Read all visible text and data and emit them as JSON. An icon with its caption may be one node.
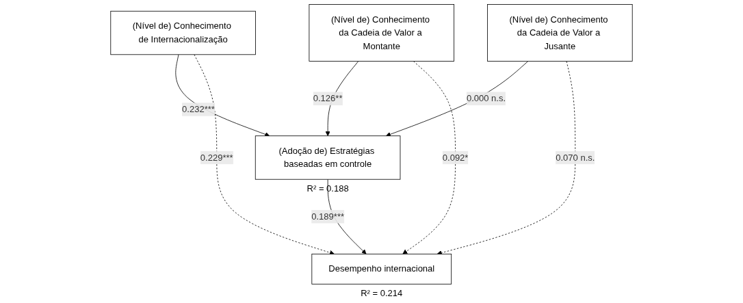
{
  "diagram": {
    "nodes": [
      {
        "text": [
          "(Nível de) Conhecimento de Internacionalização"
        ]
      },
      {
        "text": [
          "(Nível de) Conhecimento da Cadeia de Valor a Montante"
        ]
      },
      {
        "text": [
          "(Nível de) Conhecimento da Cadeia de Valor a Jusante"
        ]
      },
      {
        "text": [
          "(Adoção de) Estratégias baseadas em controle"
        ],
        "beside": [
          "R² = 0.188"
        ]
      },
      {
        "text": [
          "Desempenho internacional"
        ],
        "beside": [
          "R² = 0.214"
        ]
      }
    ],
    "edges": [
      {
        "from": 0,
        "to": 3,
        "arrow": "to",
        "label": "0.232***"
      },
      {
        "from": 0,
        "to": 4,
        "arrow": "to",
        "label": "0.229***",
        "style": "dashed"
      },
      {
        "from": 1,
        "to": 3,
        "arrow": "to",
        "label": "0.126**"
      },
      {
        "from": 1,
        "to": 4,
        "arrow": "to",
        "label": "0.092*",
        "style": "dashed"
      },
      {
        "from": 2,
        "to": 3,
        "arrow": "to",
        "label": "0.000 n.s."
      },
      {
        "from": 2,
        "to": 4,
        "arrow": "to",
        "label": "0.070 n.s.",
        "style": "dashed"
      },
      {
        "from": 3,
        "to": 4,
        "arrow": "to",
        "label": "0.189***"
      }
    ]
  }
}
